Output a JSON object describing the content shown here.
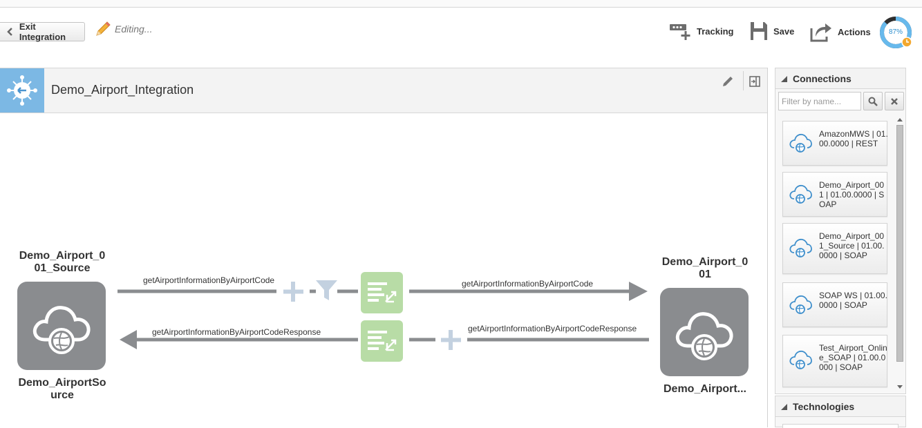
{
  "toolbar": {
    "exit_label": "Exit Integration",
    "editing_label": "Editing...",
    "tracking_label": "Tracking",
    "save_label": "Save",
    "actions_label": "Actions",
    "progress_percent": 87,
    "progress_text": "87%"
  },
  "integration": {
    "title": "Demo_Airport_Integration"
  },
  "flow": {
    "source_top_title": "Demo_Airport_0\n01_Source",
    "source_bottom_title": "Demo_AirportSo\nurce",
    "target_top_title": "Demo_Airport_0\n01",
    "target_bottom_title": "Demo_Airport...",
    "request_label_left": "getAirportInformationByAirportCode",
    "request_label_right": "getAirportInformationByAirportCode",
    "response_label_left": "getAirportInformationByAirportCodeResponse",
    "response_label_right": "getAirportInformationByAirportCodeResponse"
  },
  "sidebar": {
    "connections_title": "Connections",
    "filter_placeholder": "Filter by name...",
    "technologies_title": "Technologies",
    "connections": [
      {
        "label": "AmazonMWS | 01.00.0000 | REST"
      },
      {
        "label": "Demo_Airport_001 | 01.00.0000 | SOAP"
      },
      {
        "label": "Demo_Airport_001_Source | 01.00.0000 | SOAP"
      },
      {
        "label": "SOAP WS | 01.00.0000 | SOAP"
      },
      {
        "label": "Test_Airport_Online_SOAP | 01.00.0000 | SOAP"
      }
    ]
  },
  "colors": {
    "node_gray": "#8a8c8f",
    "map_green": "#b8dca6",
    "accent_blue": "#2d8fcf",
    "header_blue": "#7cb8e4"
  }
}
